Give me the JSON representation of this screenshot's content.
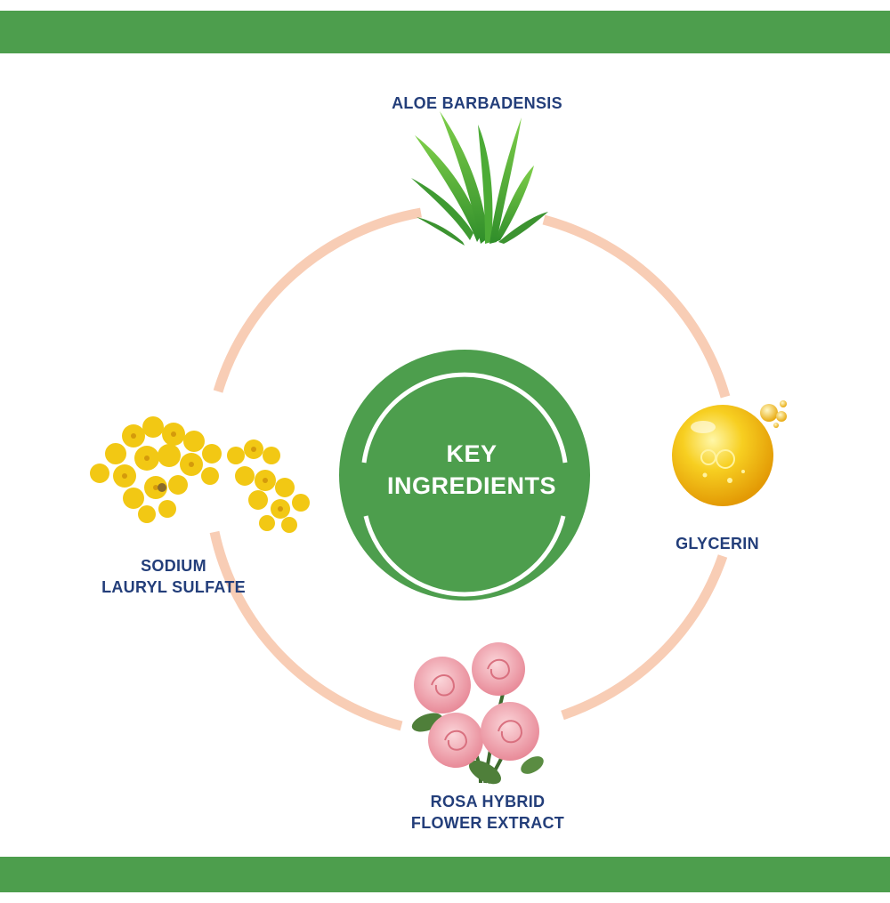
{
  "center": {
    "line1": "KEY",
    "line2": "INGREDIENTS"
  },
  "ingredients": [
    {
      "name": "ALOE BARBADENSIS",
      "icon": "aloe-vera-icon"
    },
    {
      "name": "GLYCERIN",
      "icon": "oil-droplet-icon"
    },
    {
      "name_line1": "SODIUM",
      "name_line2": "LAURYL SULFATE",
      "icon": "yellow-flower-cluster-icon"
    },
    {
      "name_line1": "ROSA HYBRID",
      "name_line2": "FLOWER EXTRACT",
      "icon": "pink-roses-icon"
    }
  ],
  "colors": {
    "bar_green": "#4d9e4d",
    "center_green": "#4d9e4d",
    "ring": "#f8cdb5",
    "label_text": "#233e7a"
  }
}
